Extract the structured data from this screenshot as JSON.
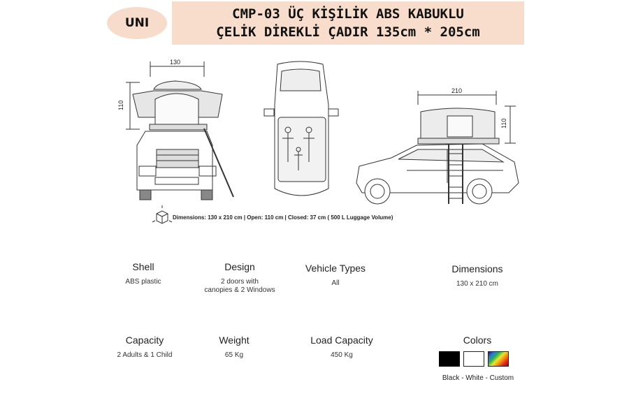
{
  "badge": "UNI",
  "title": {
    "line1": "CMP-03 ÜÇ KİŞİLİK ABS KABUKLU",
    "line2": "ÇELİK DİREKLİ ÇADIR 135cm * 205cm"
  },
  "diagram": {
    "front_width_label": "130",
    "front_height_label": "110",
    "side_width_label": "210",
    "side_height_label": "110",
    "dimensions_note": "Dimensions:  130 x 210 cm | Open: 110 cm | Closed: 37 cm ( 500 L Luggage Volume)"
  },
  "specs": {
    "shell": {
      "heading": "Shell",
      "value": "ABS plastic"
    },
    "design": {
      "heading": "Design",
      "value_line1": "2 doors with",
      "value_line2": "canopies & 2 Windows"
    },
    "vehicle": {
      "heading": "Vehicle Types",
      "value": "All"
    },
    "dimensions": {
      "heading": "Dimensions",
      "value": "130 x 210 cm"
    },
    "capacity": {
      "heading": "Capacity",
      "value": "2 Adults & 1 Child"
    },
    "weight": {
      "heading": "Weight",
      "value": "65 Kg"
    },
    "load": {
      "heading": "Load Capacity",
      "value": "450 Kg"
    },
    "colors": {
      "heading": "Colors",
      "caption": "Black - White - Custom",
      "swatches": [
        "#000000",
        "#ffffff",
        "custom-gradient"
      ]
    }
  }
}
